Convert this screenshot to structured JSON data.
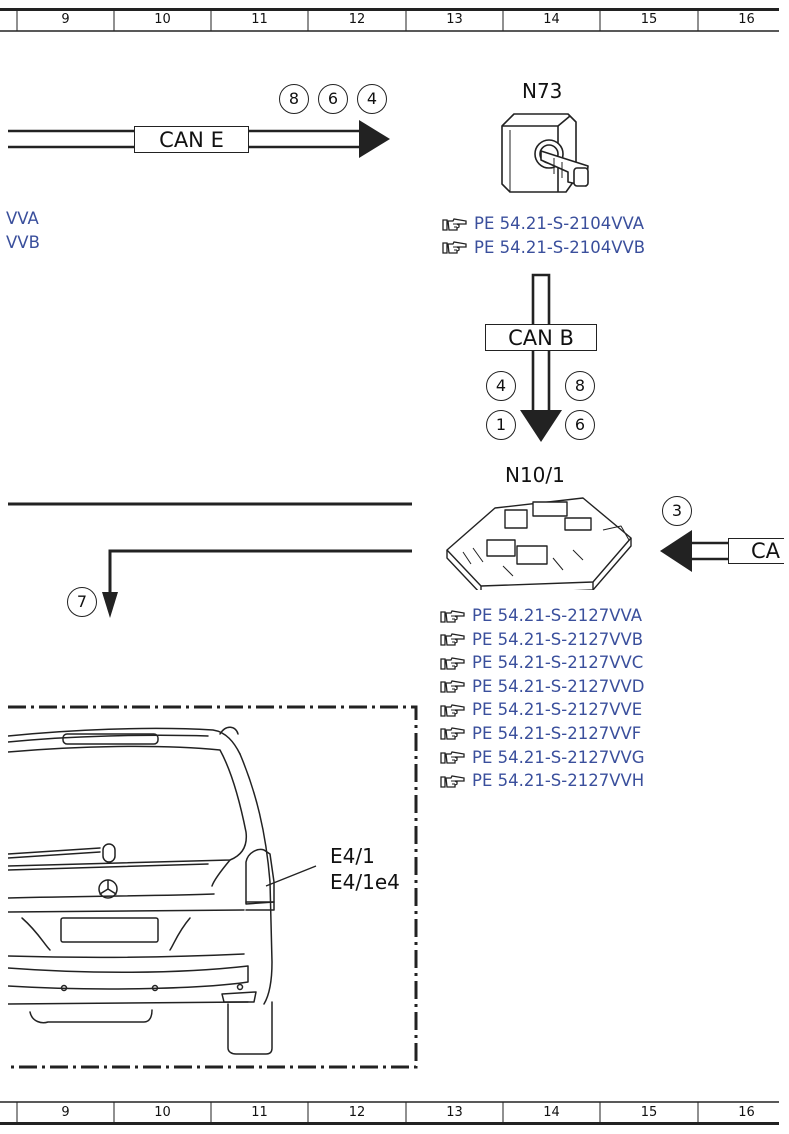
{
  "ruler": {
    "top_partial": "",
    "columns": [
      "9",
      "10",
      "11",
      "12",
      "13",
      "14",
      "15",
      "16"
    ]
  },
  "wires": {
    "can_e": "CAN E",
    "can_b": "CAN B",
    "can_partial": "CA"
  },
  "connectors": {
    "can_e_refs": [
      "8",
      "6",
      "4"
    ],
    "can_b_left": [
      "4",
      "1"
    ],
    "can_b_right": [
      "8",
      "6"
    ],
    "n10_input": "3",
    "down_arrow": "7"
  },
  "components": {
    "n73": {
      "label": "N73",
      "refs": [
        "PE 54.21-S-2104VVA",
        "PE 54.21-S-2104VVB"
      ]
    },
    "n10": {
      "label": "N10/1",
      "refs": [
        "PE 54.21-S-2127VVA",
        "PE 54.21-S-2127VVB",
        "PE 54.21-S-2127VVC",
        "PE 54.21-S-2127VVD",
        "PE 54.21-S-2127VVE",
        "PE 54.21-S-2127VVF",
        "PE 54.21-S-2127VVG",
        "PE 54.21-S-2127VVH"
      ]
    },
    "left_partial_refs": [
      "VVA",
      "VVB"
    ],
    "e4": {
      "line1": "E4/1",
      "line2": "E4/1e4"
    }
  },
  "colors": {
    "link": "#3a4f9c",
    "line": "#222222"
  },
  "icons": {
    "reference": "pointing-hand-icon"
  }
}
